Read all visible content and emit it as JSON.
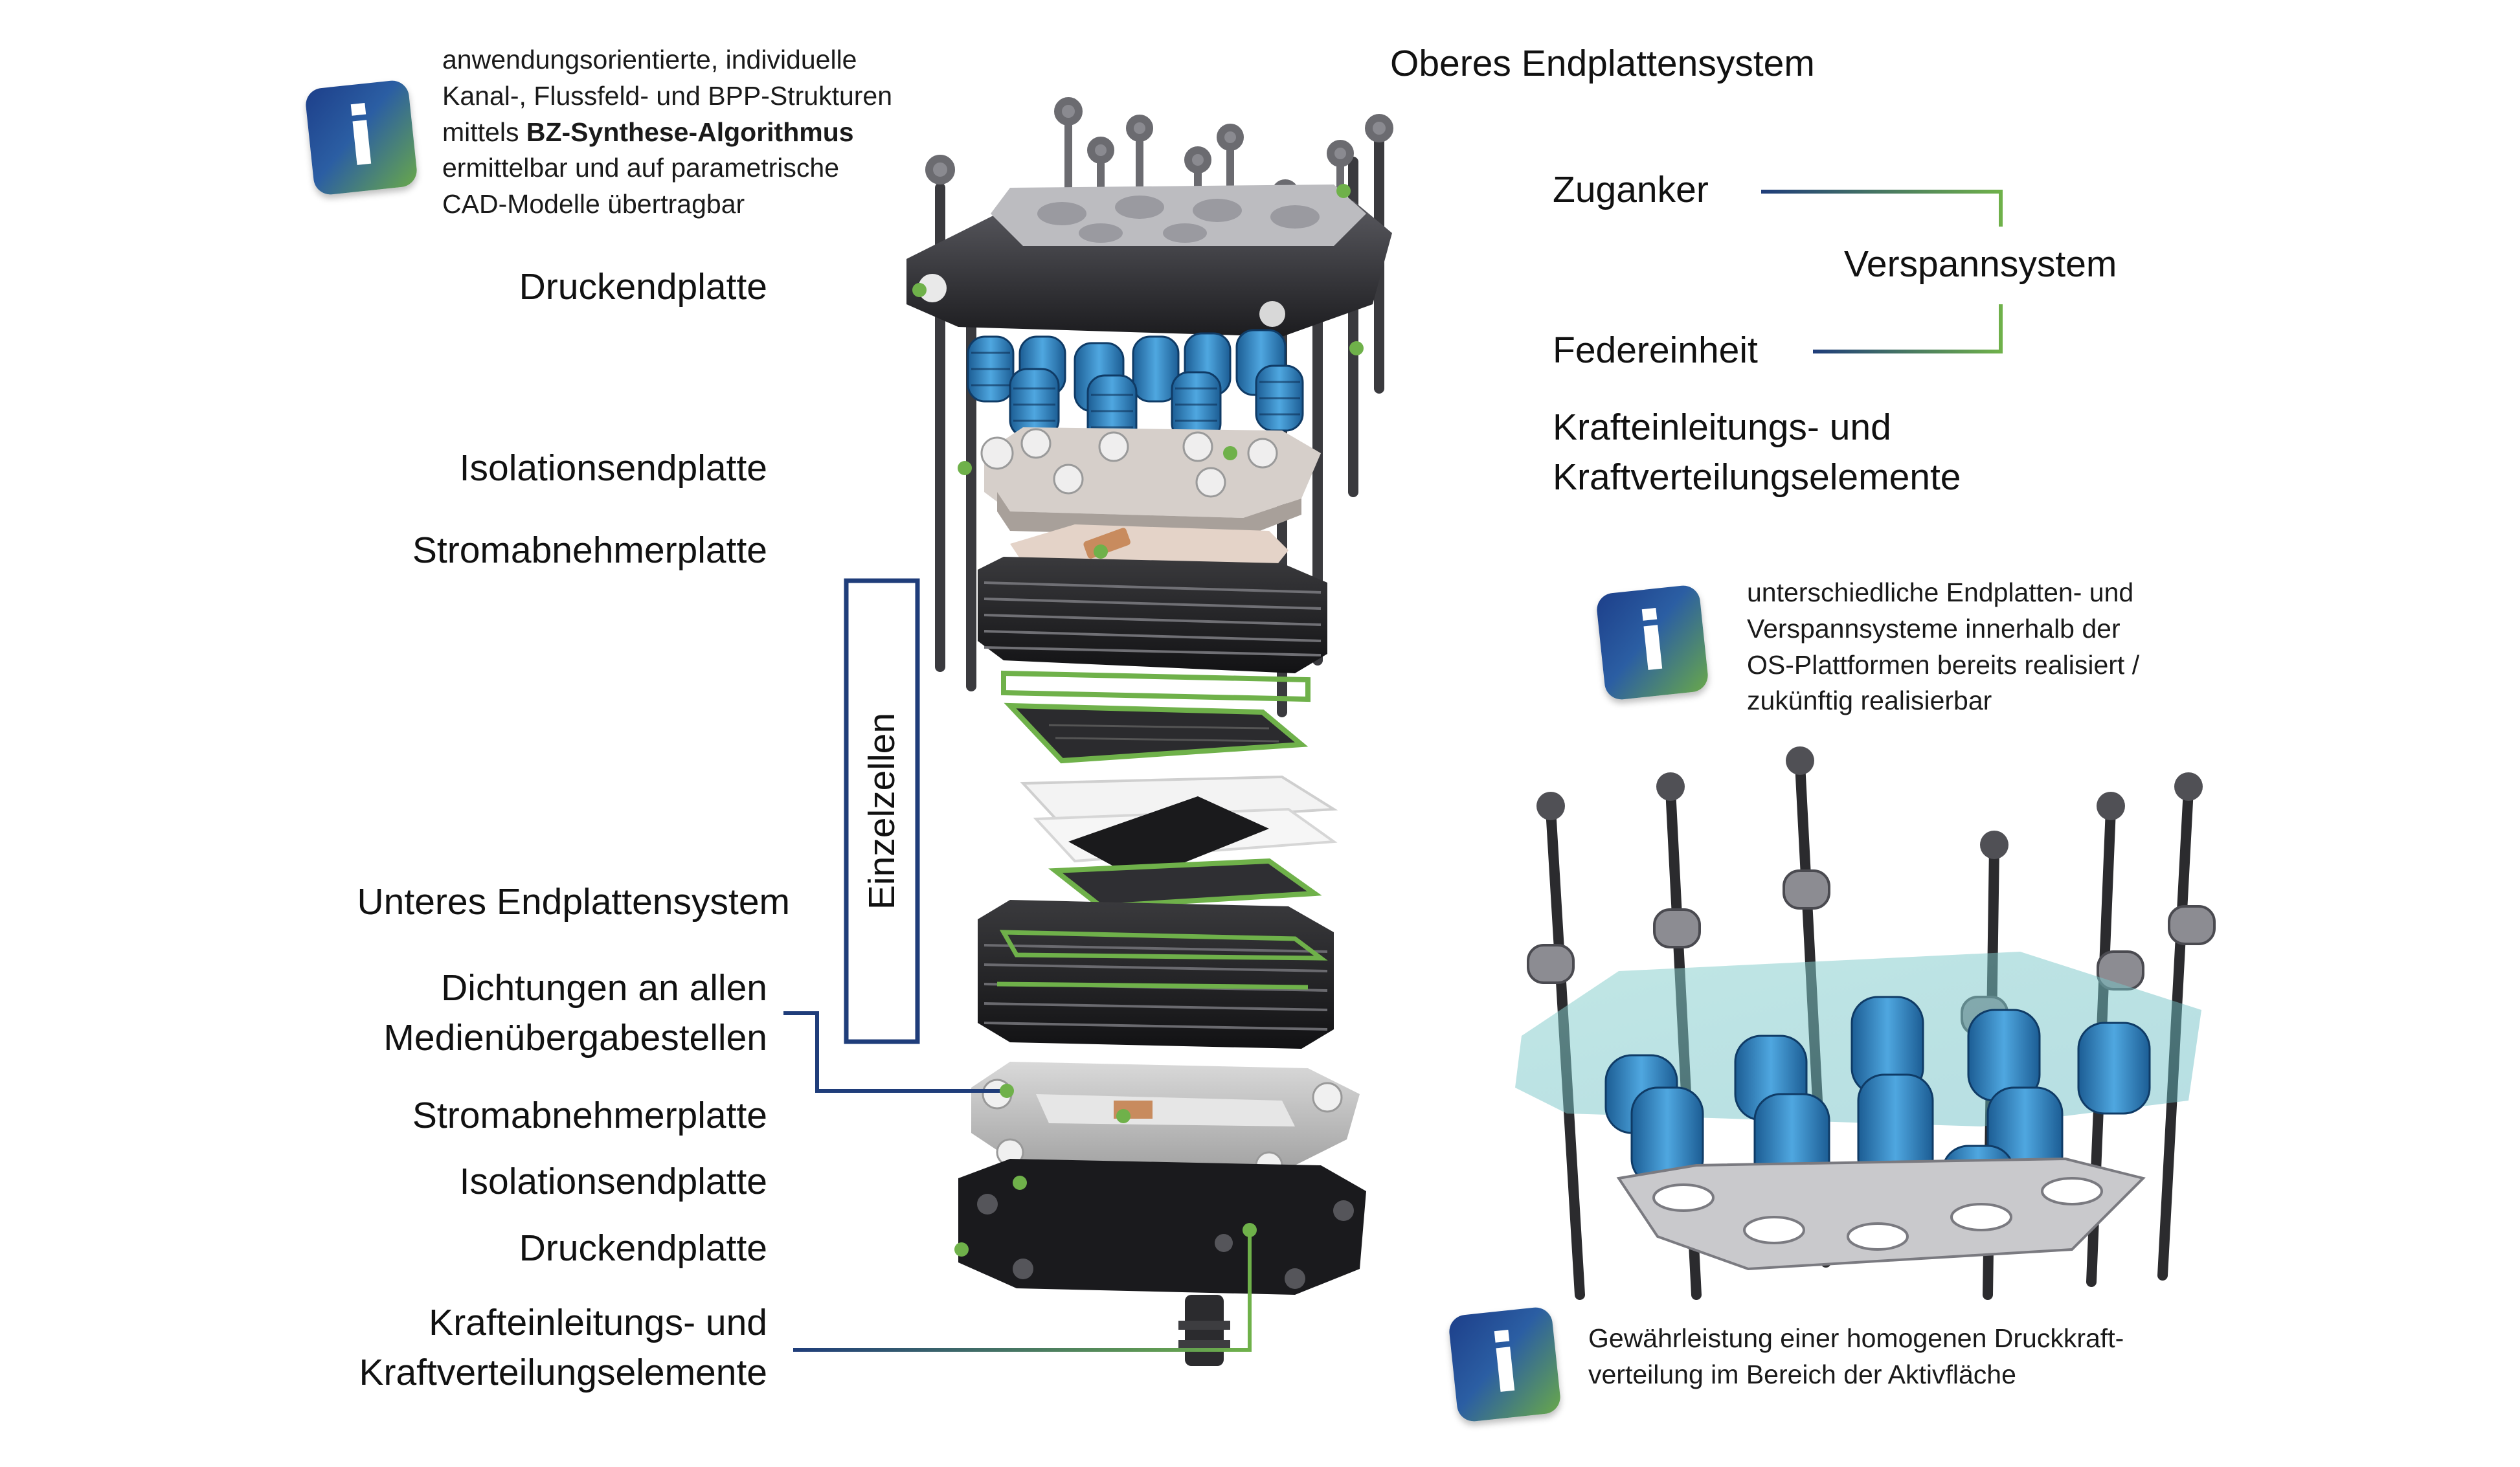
{
  "info_top": {
    "line1": "anwendungsorientierte, individuelle",
    "line2": "Kanal-, Flussfeld- und BPP-Strukturen",
    "line3_prefix": "mittels ",
    "line3_bold": "BZ-Synthese-Algorithmus",
    "line4": "ermittelbar und auf parametrische",
    "line5": "CAD-Modelle übertragbar"
  },
  "info_mid": {
    "line1": "unterschiedliche Endplatten- und",
    "line2": "Verspannsysteme innerhalb der",
    "line3": "OS-Plattformen bereits realisiert /",
    "line4": "zukünftig realisierbar"
  },
  "info_bottom": {
    "line1": "Gewährleistung einer homogenen Druckkraft-",
    "line2": "verteilung im Bereich der Aktivfläche"
  },
  "badge_letter": "i",
  "right_labels": {
    "upper_system": "Oberes Endplattensystem",
    "zuganker": "Zuganker",
    "verspannsystem": "Verspannsystem",
    "federeinheit": "Federeinheit",
    "kraft_line1": "Krafteinleitungs- und",
    "kraft_line2": "Kraftverteilungselemente"
  },
  "left_labels": {
    "druckendplatte_top": "Druckendplatte",
    "isolationsendplatte_top": "Isolationsendplatte",
    "stromabnehmerplatte_top": "Stromabnehmerplatte",
    "einzelzellen": "Einzelzellen",
    "lower_system": "Unteres Endplattensystem",
    "dichtungen_line1": "Dichtungen an allen",
    "dichtungen_line2": "Medienübergabestellen",
    "stromabnehmerplatte_bottom": "Stromabnehmerplatte",
    "isolationsendplatte_bottom": "Isolationsendplatte",
    "druckendplatte_bottom": "Druckendplatte",
    "kraft_bottom_line1": "Krafteinleitungs- und",
    "kraft_bottom_line2": "Kraftverteilungselemente"
  },
  "colors": {
    "line_blue": "#1f3d7a",
    "line_green": "#6fb14a",
    "spring_blue": "#2f86c6",
    "dark_metal": "#2b2b2e"
  }
}
